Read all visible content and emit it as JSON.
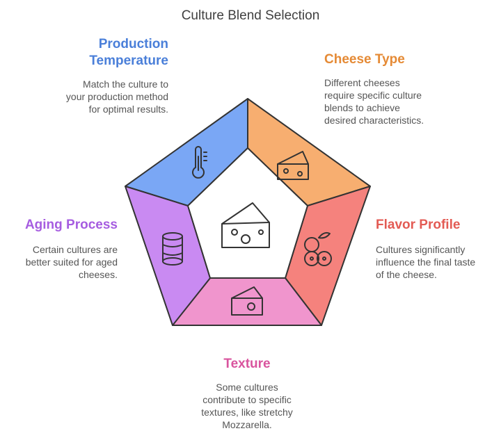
{
  "title": "Culture Blend Selection",
  "colors": {
    "production_temperature": "#7aa7f5",
    "cheese_type": "#f7ae70",
    "flavor_profile": "#f5827d",
    "texture": "#f095cd",
    "aging_process": "#c98af2",
    "center": "#ffffff",
    "outline": "#333333"
  },
  "segments": {
    "production_temperature": {
      "heading_lines": [
        "Production",
        "Temperature"
      ],
      "description_lines": [
        "Match the culture to",
        "your production method",
        "for optimal results."
      ],
      "color": "#4a7fd9",
      "icon": "thermometer-icon"
    },
    "cheese_type": {
      "heading_lines": [
        "Cheese Type"
      ],
      "description_lines": [
        "Different cheeses",
        "require specific culture",
        "blends to achieve",
        "desired characteristics."
      ],
      "color": "#e58a35",
      "icon": "cheese-wedge-icon"
    },
    "flavor_profile": {
      "heading_lines": [
        "Flavor Profile"
      ],
      "description_lines": [
        "Cultures significantly",
        "influence the final taste",
        "of the cheese."
      ],
      "color": "#e35b54",
      "icon": "berries-icon"
    },
    "texture": {
      "heading_lines": [
        "Texture"
      ],
      "description_lines": [
        "Some cultures",
        "contribute to specific",
        "textures, like stretchy",
        "Mozzarella."
      ],
      "color": "#d9549e",
      "icon": "cheese-block-icon"
    },
    "aging_process": {
      "heading_lines": [
        "Aging Process"
      ],
      "description_lines": [
        "Certain cultures are",
        "better suited for aged",
        "cheeses."
      ],
      "color": "#a65de0",
      "icon": "barrel-icon"
    }
  },
  "center_icon": "cheese-center-icon"
}
